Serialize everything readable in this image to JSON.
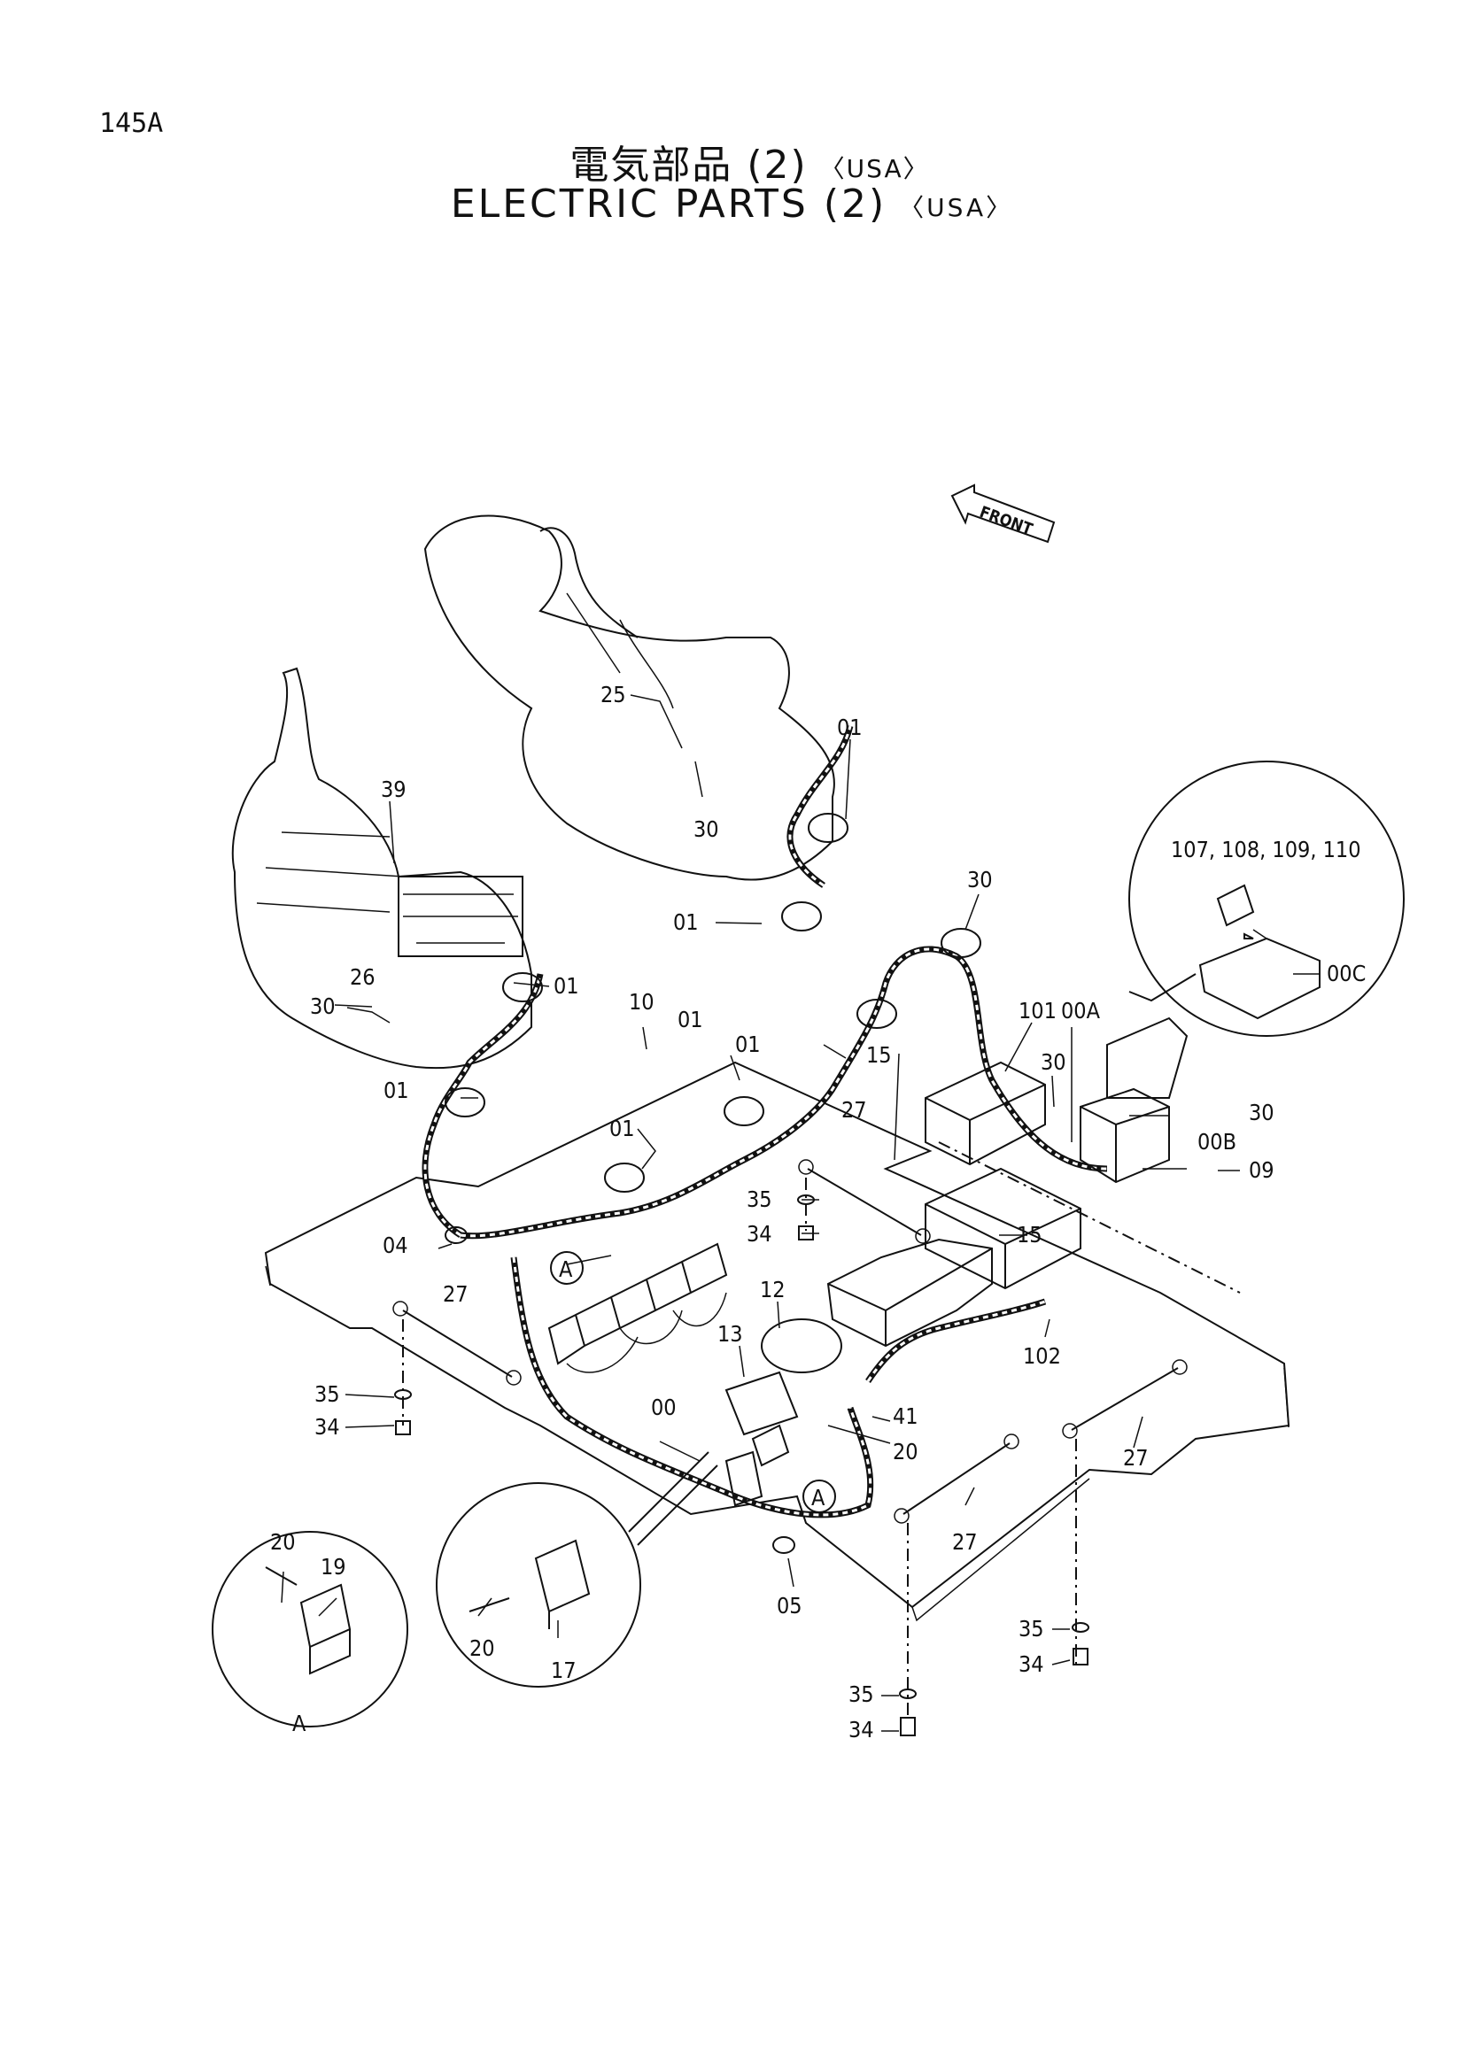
{
  "page": {
    "id": "145A"
  },
  "title": {
    "japanese": "電気部品 (2)",
    "english": "ELECTRIC  PARTS (2)",
    "region": "〈USA〉"
  },
  "front_marker": "FRONT",
  "detail_labels": {
    "a": "A"
  },
  "callouts": {
    "c25": "25",
    "c01a": "01",
    "c30a": "30",
    "c39": "39",
    "c30b": "30",
    "c01b": "01",
    "c26": "26",
    "c01c": "01",
    "c30c": "30",
    "c10": "10",
    "c01d": "01",
    "c01e": "01",
    "c101": "101",
    "c00A": "00A",
    "c15a": "15",
    "c30d": "30",
    "c30e": "30",
    "c00B": "00B",
    "c09": "09",
    "c01f": "01",
    "c01g": "01",
    "c27a": "27",
    "c35a": "35",
    "c34a": "34",
    "c15b": "15",
    "c04": "04",
    "c27b": "27",
    "c12": "12",
    "c13": "13",
    "c102": "102",
    "c35b": "35",
    "c34b": "34",
    "c00": "00",
    "c41": "41",
    "c20a": "20",
    "c27c": "27",
    "c27d": "27",
    "c05": "05",
    "c35c": "35",
    "c34c": "34",
    "c35d": "35",
    "c34d": "34",
    "c107": "107, 108, 109, 110",
    "c00C": "00C",
    "c20b": "20",
    "c19": "19",
    "c20c": "20",
    "c17": "17"
  }
}
